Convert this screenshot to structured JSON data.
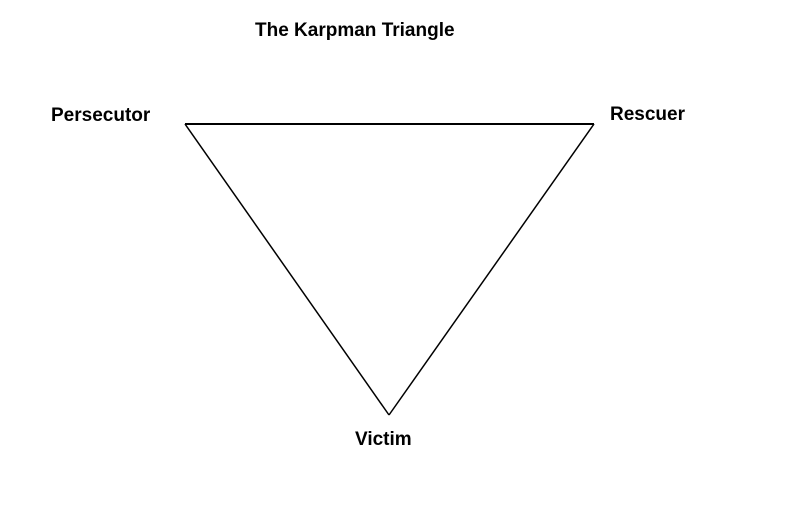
{
  "title": "The Karpman Triangle",
  "nodes": {
    "persecutor": "Persecutor",
    "rescuer": "Rescuer",
    "victim": "Victim"
  },
  "line_color": "#000000"
}
